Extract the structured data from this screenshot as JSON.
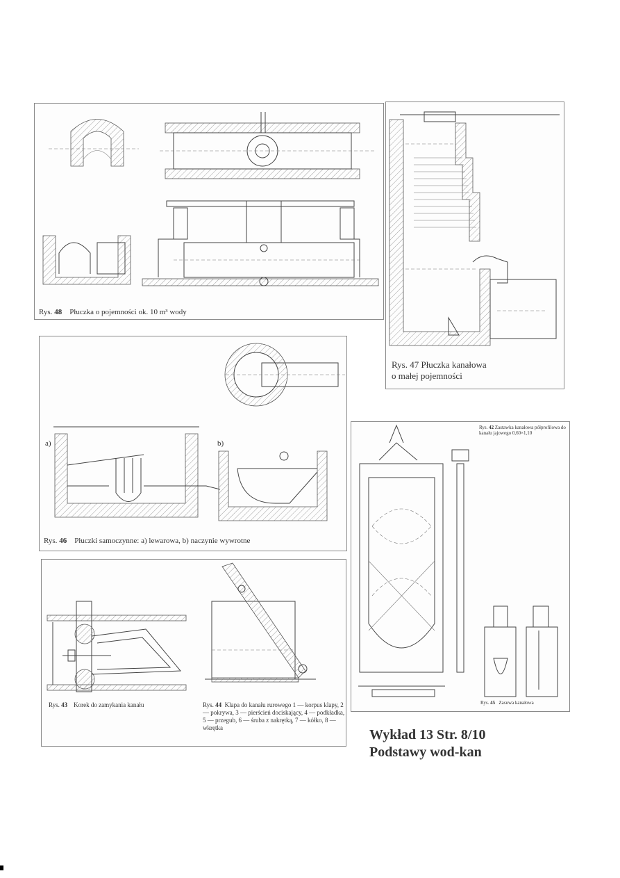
{
  "figures": {
    "fig48": {
      "num": "48",
      "prefix": "Rys.",
      "caption": "Płuczka o pojemności ok. 10 m³ wody"
    },
    "fig47": {
      "line1": "Rys. 47 Płuczka kanałowa",
      "line2": "o małej pojemności"
    },
    "fig46": {
      "num": "46",
      "prefix": "Rys.",
      "caption": "Płuczki samoczynne: a) lewarowa, b) naczynie wywrotne",
      "label_a": "a)",
      "label_b": "b)"
    },
    "fig42": {
      "num": "42",
      "prefix": "Rys.",
      "caption": "Zastawka kanałowa półprofilowa do kanału jajowego 0,60×1,10"
    },
    "fig45": {
      "num": "45",
      "prefix": "Rys.",
      "caption": "Zasuwa kanałowa"
    },
    "fig43": {
      "num": "43",
      "prefix": "Rys.",
      "caption": "Korek do zamykania kanału"
    },
    "fig44": {
      "num": "44",
      "prefix": "Rys.",
      "caption": "Klapa do kanału rurowego",
      "legend": "1 — korpus klapy, 2 — pokrywa, 3 — pierścień dociskający, 4 — podkładka, 5 — przegub, 6 — śruba z nakrętką, 7 — kółko, 8 — wkrętka"
    }
  },
  "footer": {
    "line1": "Wykład 13 Str. 8/10",
    "line2": "Podstawy wod-kan"
  }
}
